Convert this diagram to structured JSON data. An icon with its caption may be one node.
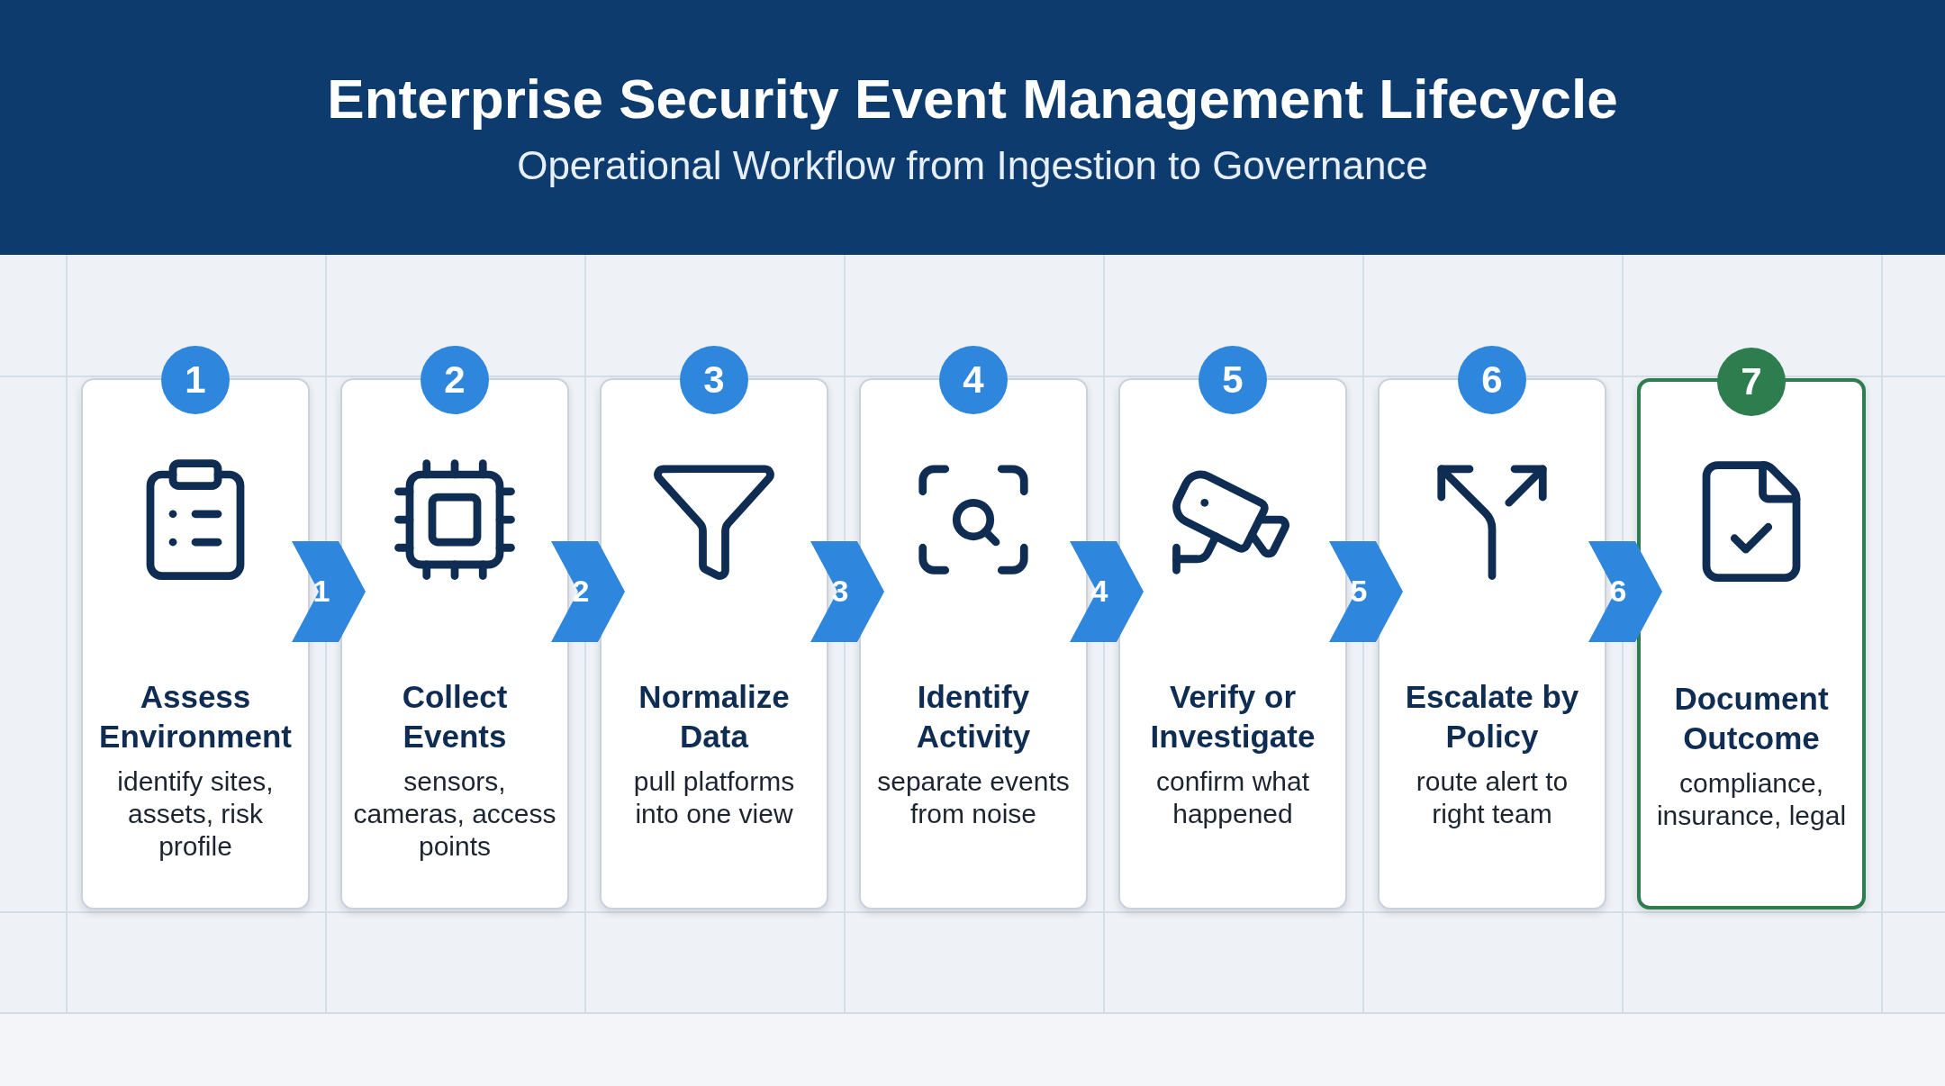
{
  "diagram": {
    "title": "Enterprise Security Event Management Lifecycle",
    "caption": "Operational Workflow from Ingestion to Governance",
    "nodes": [
      {
        "text": [
          "1",
          "Assess Environment",
          "identify sites, assets, risk profile"
        ]
      },
      {
        "text": [
          "2",
          "Collect Events",
          "sensors, cameras, access points"
        ]
      },
      {
        "text": [
          "3",
          "Normalize Data",
          "pull platforms into one view"
        ]
      },
      {
        "text": [
          "4",
          "Identify Activity",
          "separate events from noise"
        ]
      },
      {
        "text": [
          "5",
          "Verify or Investigate",
          "confirm what happened"
        ]
      },
      {
        "text": [
          "6",
          "Escalate by Policy",
          "route alert to right team"
        ]
      },
      {
        "text": [
          "7",
          "Document Outcome",
          "compliance, insurance, legal"
        ]
      }
    ],
    "edges": [
      {
        "from": 0,
        "to": 1,
        "arrow": "to",
        "label": "1"
      },
      {
        "from": 1,
        "to": 2,
        "arrow": "to",
        "label": "2"
      },
      {
        "from": 2,
        "to": 3,
        "arrow": "to",
        "label": "3"
      },
      {
        "from": 3,
        "to": 4,
        "arrow": "to",
        "label": "4"
      },
      {
        "from": 4,
        "to": 5,
        "arrow": "to",
        "label": "5"
      },
      {
        "from": 5,
        "to": 6,
        "arrow": "to",
        "label": "6"
      }
    ]
  }
}
